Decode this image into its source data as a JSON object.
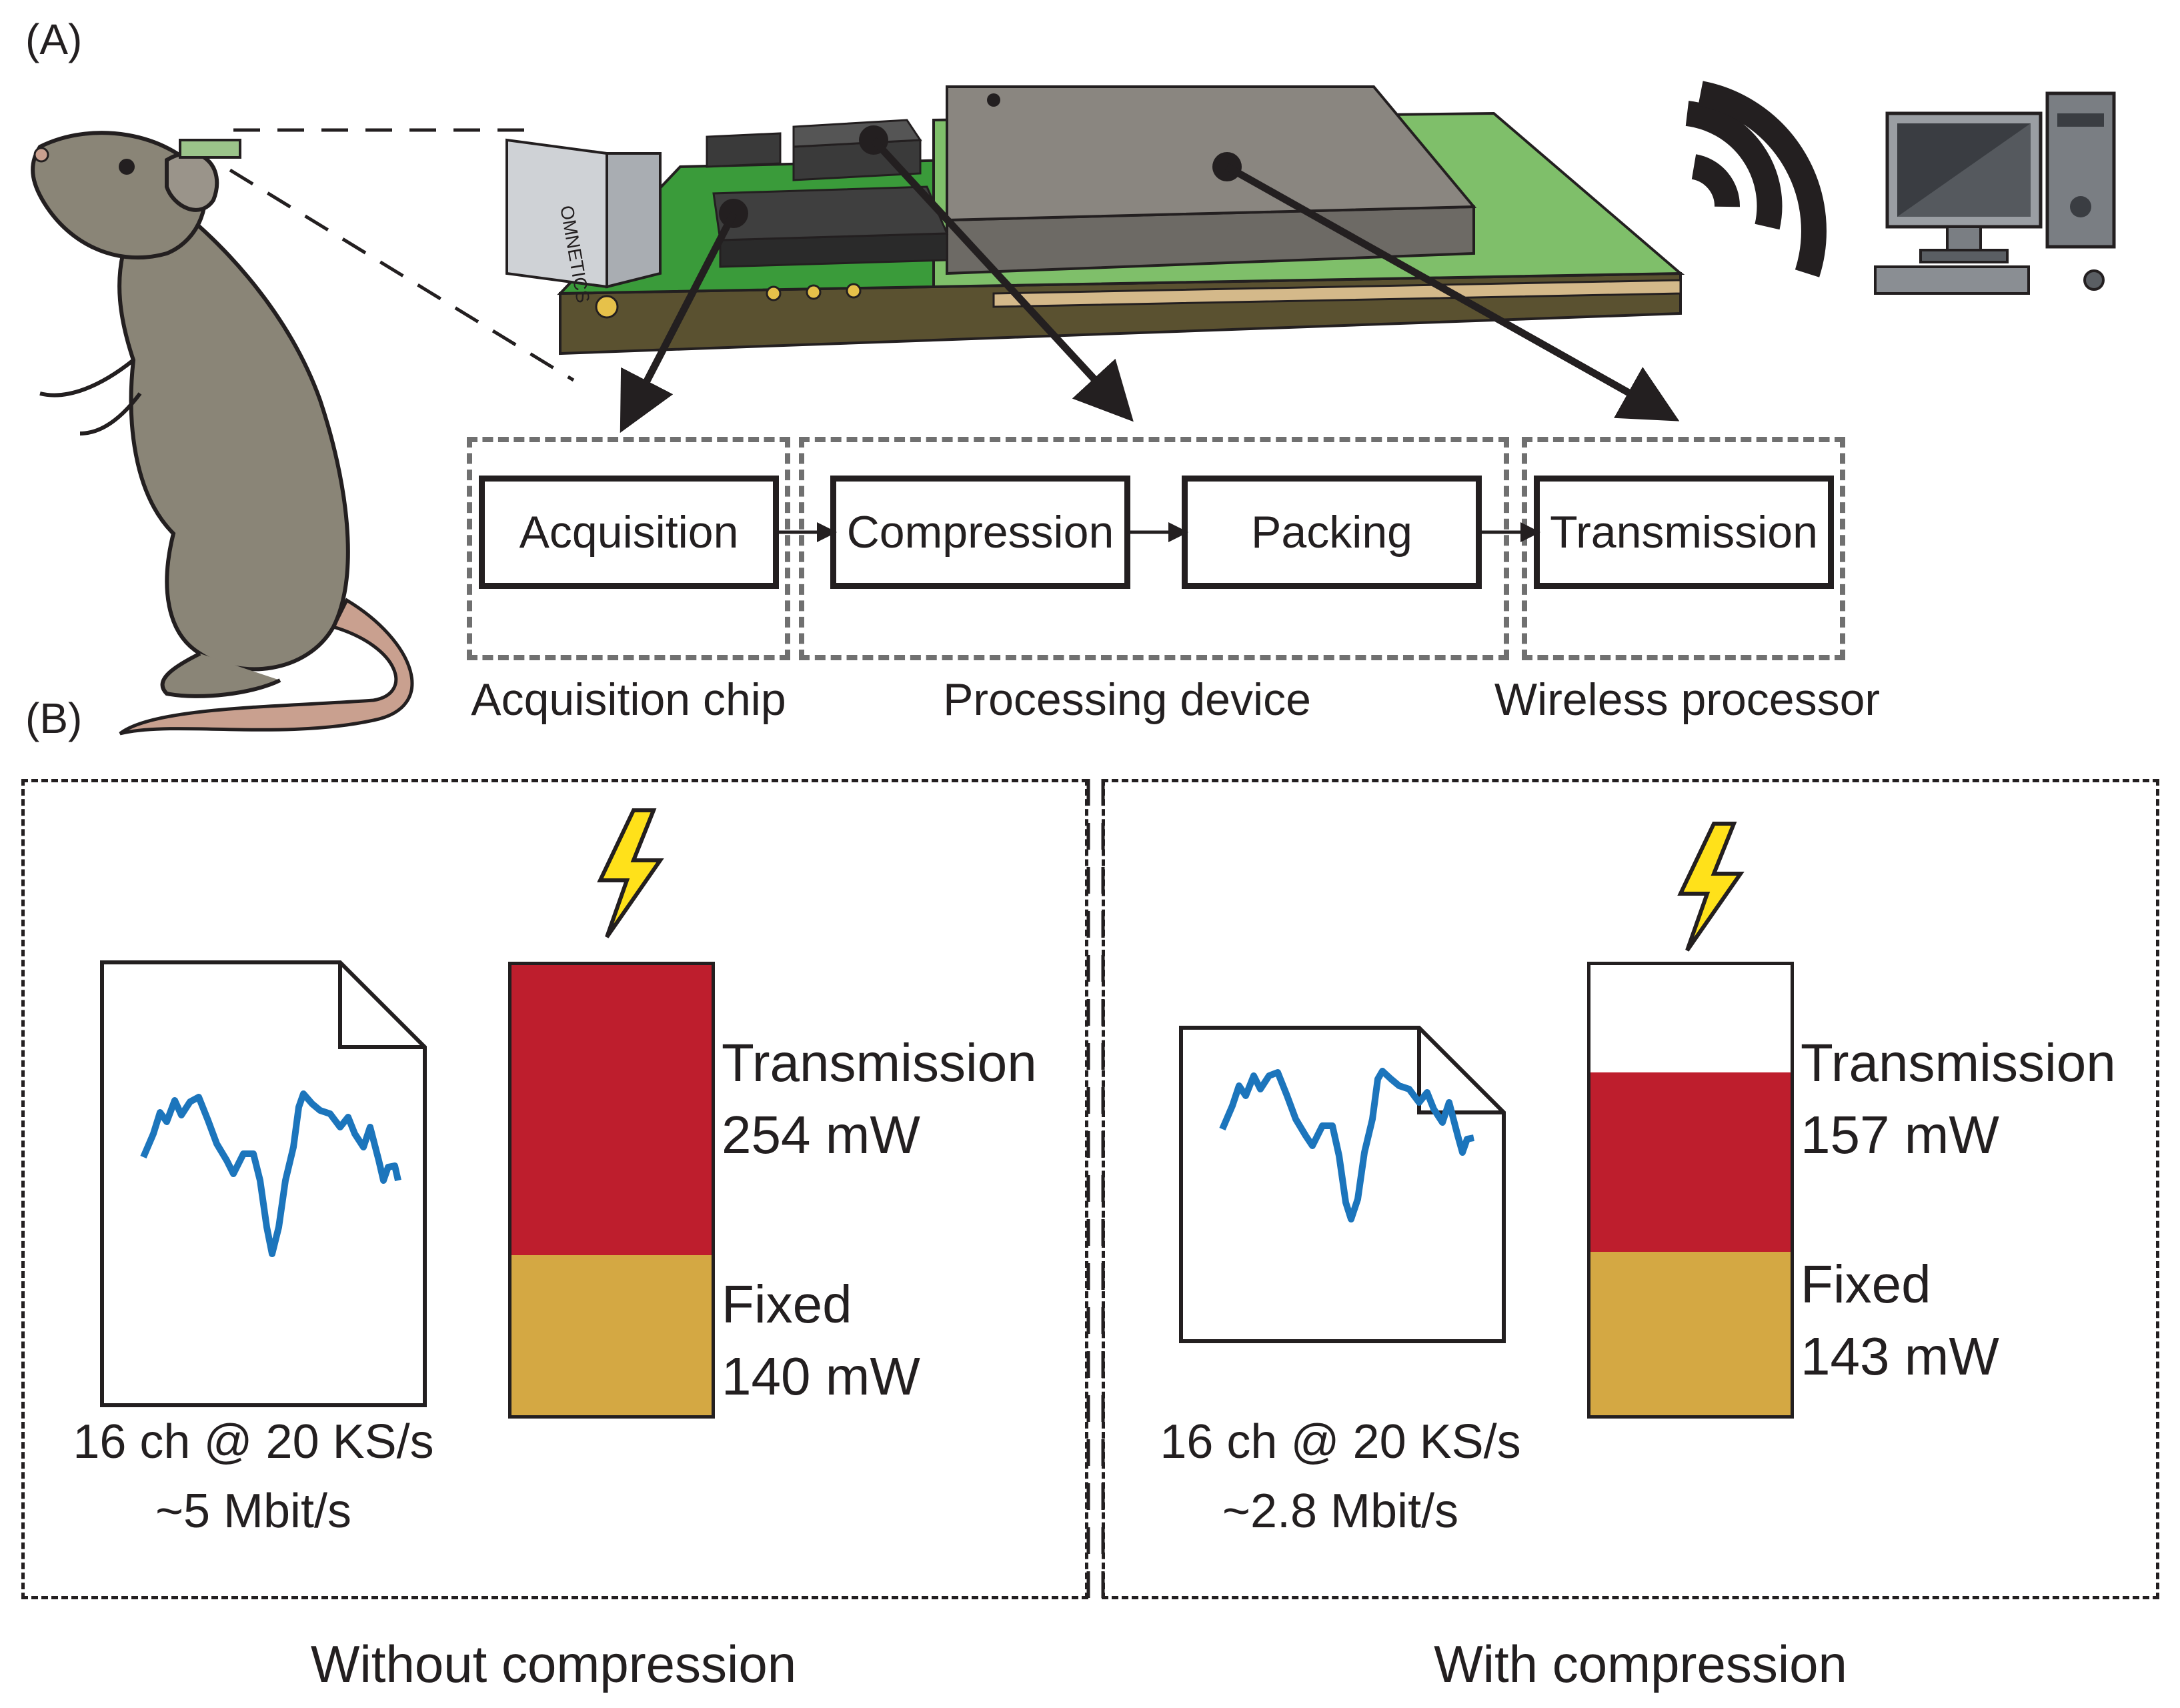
{
  "panel_a": {
    "label": "(A)",
    "pipeline": [
      {
        "stage": "Acquisition"
      },
      {
        "stage": "Compression"
      },
      {
        "stage": "Packing"
      },
      {
        "stage": "Transmission"
      }
    ],
    "groups": [
      "Acquisition chip",
      "Processing device",
      "Wireless processor"
    ],
    "connector_text": "OMNETICS"
  },
  "panel_b": {
    "label": "(B)",
    "without": {
      "caption": "Without compression",
      "stream_line1": "16 ch @ 20 KS/s",
      "stream_line2": "~5 Mbit/s",
      "transmission_label": "Transmission",
      "transmission_value": "254 mW",
      "fixed_label": "Fixed",
      "fixed_value": "140 mW",
      "transmission_mw": 254,
      "fixed_mw": 140
    },
    "with": {
      "caption": "With compression",
      "stream_line1": "16 ch @ 20 KS/s",
      "stream_line2": "~2.8 Mbit/s",
      "transmission_label": "Transmission",
      "transmission_value": "157 mW",
      "fixed_label": "Fixed",
      "fixed_value": "143 mW",
      "transmission_mw": 157,
      "fixed_mw": 143
    }
  },
  "colors": {
    "transmission": "#be1e2d",
    "fixed": "#d4a843",
    "signal": "#1c75bc",
    "lightning": "#ffe11a",
    "pcb": "#3a9b3a",
    "rat": "#8a8577"
  }
}
